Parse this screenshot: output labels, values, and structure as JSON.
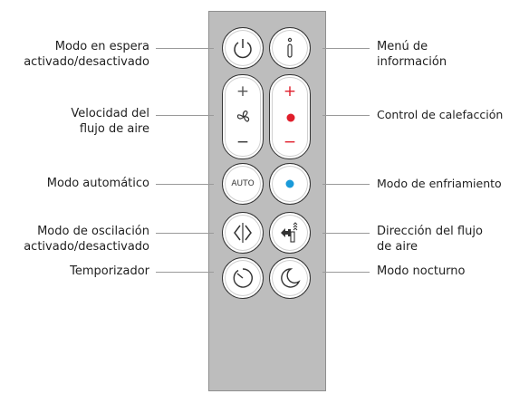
{
  "labels_left": {
    "standby": [
      "Modo en espera",
      "activado/desactivado"
    ],
    "airflow_speed": [
      "Velocidad del",
      "flujo de aire"
    ],
    "auto_mode": [
      "Modo automático"
    ],
    "oscillation": [
      "Modo de oscilación",
      "activado/desactivado"
    ],
    "timer": [
      "Temporizador"
    ]
  },
  "labels_right": {
    "info_menu": [
      "Menú de",
      "información"
    ],
    "heating_control": [
      "Control de calefacción"
    ],
    "cooling_mode": [
      "Modo de enfriamiento"
    ],
    "airflow_direction": [
      "Dirección del flujo",
      "de aire"
    ],
    "night_mode": [
      "Modo nocturno"
    ]
  },
  "buttons": {
    "auto_label": "AUTO",
    "plus": "+",
    "minus": "−"
  },
  "colors": {
    "heat": "#e01e2b",
    "cool": "#1a9ad9",
    "remote_body": "#bdbdbd"
  },
  "icons": [
    "power-icon",
    "info-icon",
    "fan-icon",
    "heat-dot-icon",
    "cool-dot-icon",
    "oscillation-icon",
    "airflow-direction-icon",
    "timer-icon",
    "moon-icon"
  ]
}
